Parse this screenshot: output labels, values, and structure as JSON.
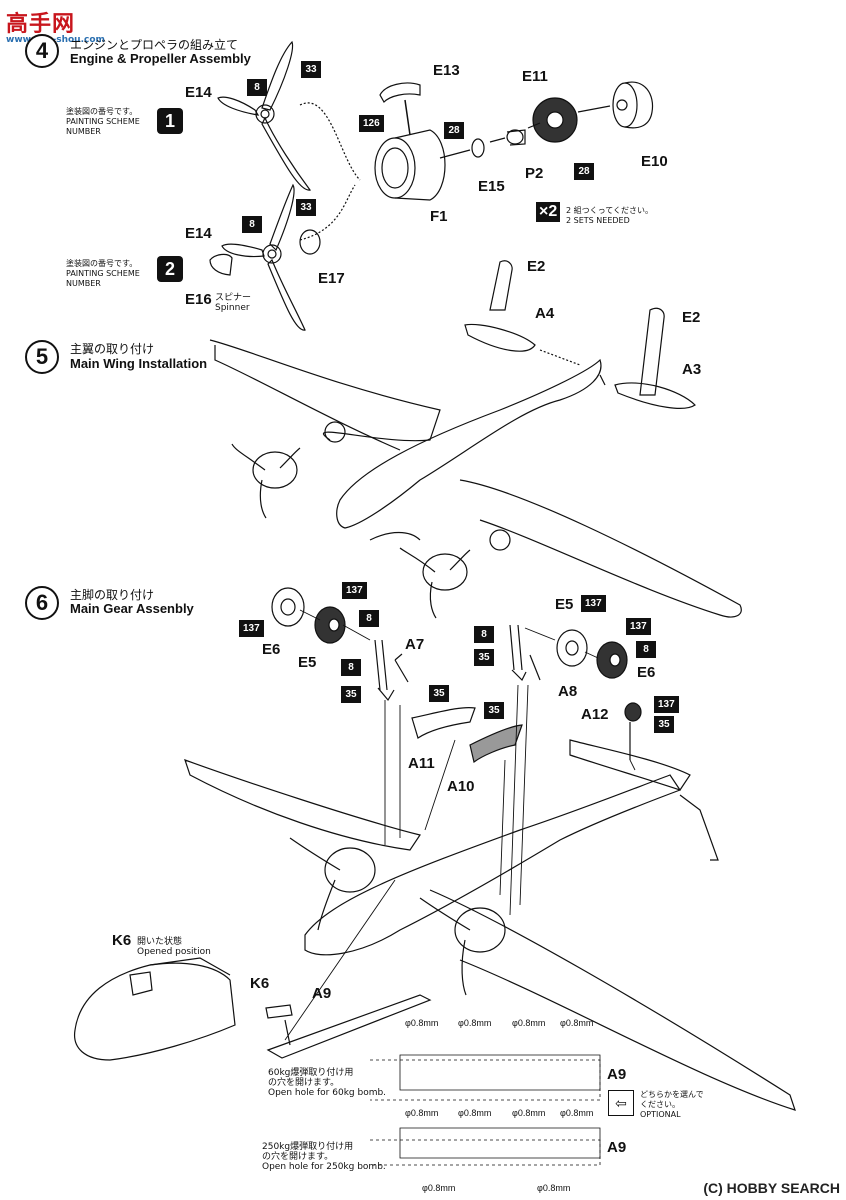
{
  "watermark": {
    "main": "高手网",
    "sub": "www.gao-shou.com"
  },
  "steps": [
    {
      "num": "4",
      "jp": "エンジンとプロペラの組み立て",
      "en": "Engine & Propeller Assembly"
    },
    {
      "num": "5",
      "jp": "主翼の取り付け",
      "en": "Main Wing Installation"
    },
    {
      "num": "6",
      "jp": "主脚の取り付け",
      "en": "Main Gear Assenbly"
    }
  ],
  "painting_scheme": {
    "jp": "塗装図の番号です。",
    "en1": "PAINTING SCHEME",
    "en2": "NUMBER",
    "n1": "1",
    "n2": "2"
  },
  "sets": {
    "badge": "×2",
    "jp": "2 組つくってください。",
    "en": "2 SETS NEEDED"
  },
  "spinner": {
    "jp": "スピナー",
    "en": "Spinner"
  },
  "parts": {
    "E14a": "E14",
    "E14b": "E14",
    "E13": "E13",
    "E11": "E11",
    "E10": "E10",
    "E15": "E15",
    "P2": "P2",
    "F1": "F1",
    "E17": "E17",
    "E16": "E16",
    "E2a": "E2",
    "E2b": "E2",
    "A4": "A4",
    "A3": "A3",
    "E6a": "E6",
    "E5a": "E5",
    "A7": "A7",
    "E5b": "E5",
    "A8": "A8",
    "E6b": "E6",
    "A12": "A12",
    "A11": "A11",
    "A10": "A10",
    "K6a": "K6",
    "K6b": "K6",
    "A9a": "A9",
    "A9b": "A9",
    "A9c": "A9"
  },
  "colors": {
    "c33": "33",
    "c8a": "8",
    "c126": "126",
    "c28a": "28",
    "c28b": "28",
    "c8b": "8",
    "c33b": "33",
    "c137a": "137",
    "c8c": "8",
    "c137b": "137",
    "c8d": "8",
    "c35a": "35",
    "c35b": "35",
    "c35c": "35",
    "c8e": "8",
    "c35d": "35",
    "c137c": "137",
    "c137d": "137",
    "c8f": "8",
    "c137e": "137",
    "c35e": "35"
  },
  "k6_open": {
    "jp": "開いた状態",
    "en": "Opened position"
  },
  "holes": {
    "phi": "φ0.8mm",
    "note60_jp1": "60kg爆弾取り付け用",
    "note60_jp2": "の穴を開けます。",
    "note60_en": "Open hole for 60kg bomb.",
    "note250_jp1": "250kg爆弾取り付け用",
    "note250_jp2": "の穴を開けます。",
    "note250_en": "Open hole for 250kg bomb.",
    "opt_jp1": "どちらかを選んで",
    "opt_jp2": "ください。",
    "opt_en": "OPTIONAL"
  },
  "footer": "(C) HOBBY SEARCH"
}
